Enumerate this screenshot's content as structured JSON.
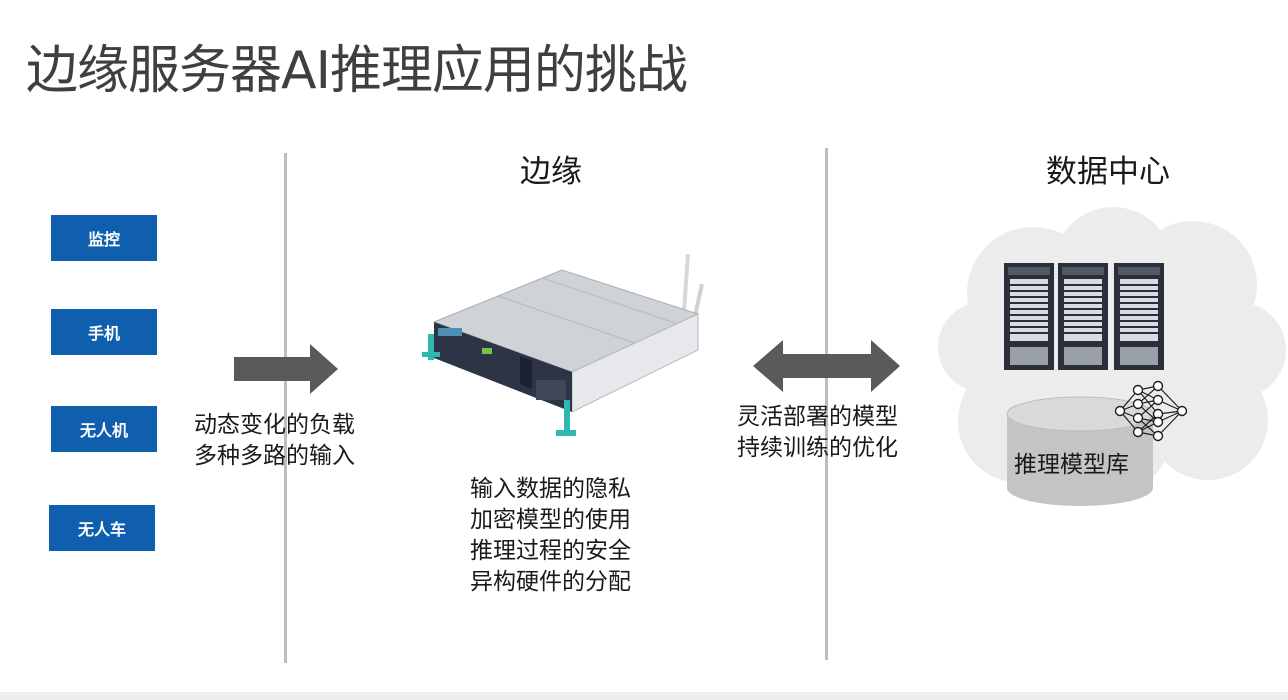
{
  "title": "边缘服务器AI推理应用的挑战",
  "sections": {
    "edge": "边缘",
    "datacenter": "数据中心"
  },
  "sources": [
    "监控",
    "手机",
    "无人机",
    "无人车"
  ],
  "workload_lines": [
    "动态变化的负载",
    "多种多路的输入"
  ],
  "edge_challenges": [
    "输入数据的隐私",
    "加密模型的使用",
    "推理过程的安全",
    "异构硬件的分配"
  ],
  "deploy_lines": [
    "灵活部署的模型",
    "持续训练的优化"
  ],
  "model_db_label": "推理模型库",
  "colors": {
    "source_box": "#0f5fae",
    "arrow": "#5a5a5a",
    "divider": "#bdbdbd",
    "cloud": "#ececec",
    "database": "#c4c4c4",
    "rack": "#2a2f3a"
  }
}
